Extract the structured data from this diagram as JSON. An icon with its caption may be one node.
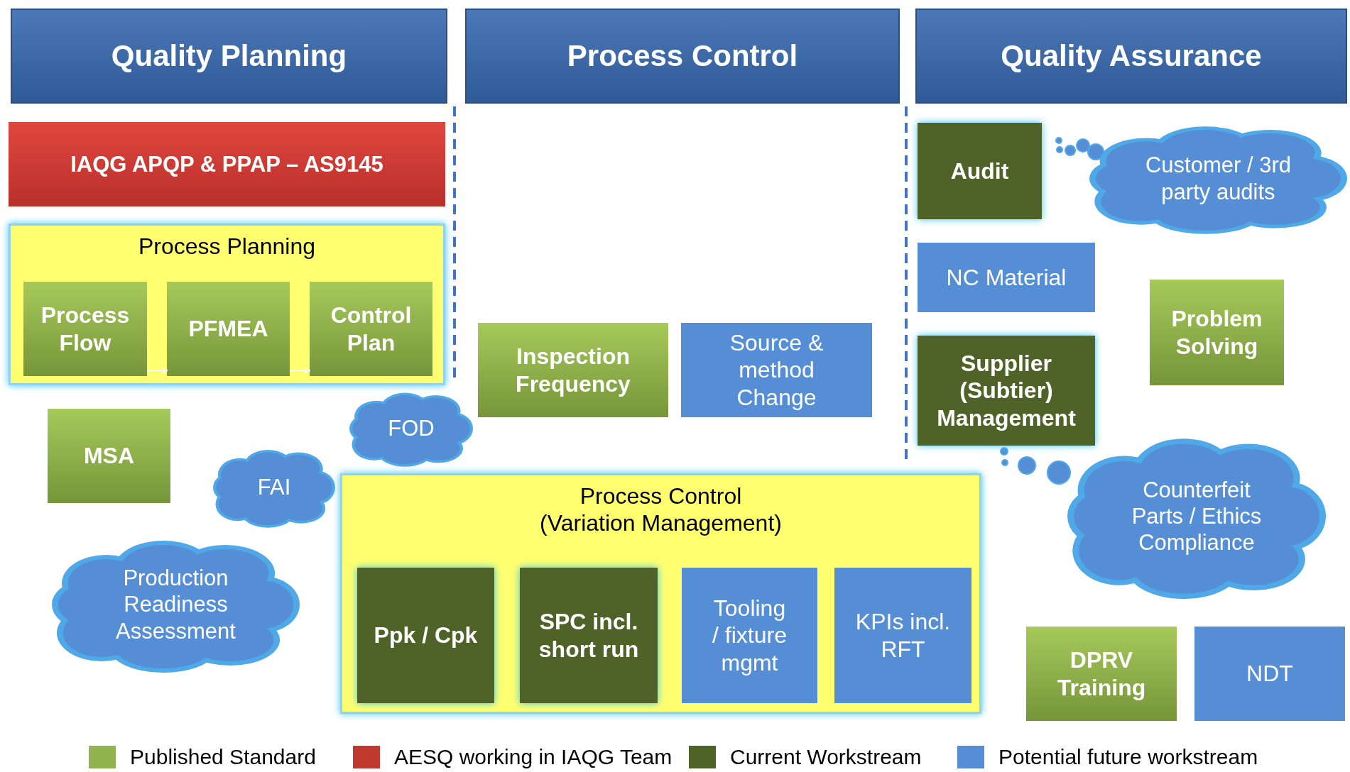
{
  "diagram": {
    "nodes": [
      {
        "text": [
          "Quality Planning"
        ]
      },
      {
        "text": [
          "Process Control"
        ]
      },
      {
        "text": [
          "Quality Assurance"
        ]
      },
      {
        "text": [
          "IAQG APQP & PPAP – AS9145"
        ]
      },
      {
        "text": [
          "Process Planning"
        ]
      },
      {
        "text": [
          "Process Flow"
        ],
        "in": 4
      },
      {
        "text": [
          "PFMEA"
        ],
        "in": 4
      },
      {
        "text": [
          "Control Plan"
        ],
        "in": 4
      },
      {
        "text": [
          "MSA"
        ]
      },
      {
        "text": [
          "FAI"
        ]
      },
      {
        "text": [
          "FOD"
        ]
      },
      {
        "text": [
          "Production Readiness Assessment"
        ]
      },
      {
        "text": [
          "Inspection Frequency"
        ]
      },
      {
        "text": [
          "Source & method Change"
        ]
      },
      {
        "text": [
          "Process Control (Variation Management)"
        ]
      },
      {
        "text": [
          "Ppk / Cpk"
        ],
        "in": 14
      },
      {
        "text": [
          "SPC incl. short run"
        ],
        "in": 14
      },
      {
        "text": [
          "Tooling / fixture mgmt"
        ],
        "in": 14
      },
      {
        "text": [
          "KPIs incl. RFT"
        ],
        "in": 14
      },
      {
        "text": [
          "Audit"
        ]
      },
      {
        "text": [
          "Customer / 3rd party audits"
        ]
      },
      {
        "text": [
          "NC Material"
        ]
      },
      {
        "text": [
          "Problem Solving"
        ]
      },
      {
        "text": [
          "Supplier (Subtier) Management"
        ]
      },
      {
        "text": [
          "Counterfeit Parts / Ethics Compliance"
        ]
      },
      {
        "text": [
          "DPRV Training"
        ]
      },
      {
        "text": [
          "NDT"
        ]
      }
    ],
    "edges": [
      {
        "from": 5,
        "to": 6,
        "arrow": "to"
      },
      {
        "from": 6,
        "to": 7,
        "arrow": "to"
      }
    ],
    "legend": [
      {
        "text": "Published Standard",
        "color": "#92b450"
      },
      {
        "text": "AESQ working in IAQG Team",
        "color": "#c0392f"
      },
      {
        "text": "Current Workstream",
        "color": "#4f6228"
      },
      {
        "text": "Potential future workstream",
        "color": "#558ed5"
      }
    ]
  }
}
